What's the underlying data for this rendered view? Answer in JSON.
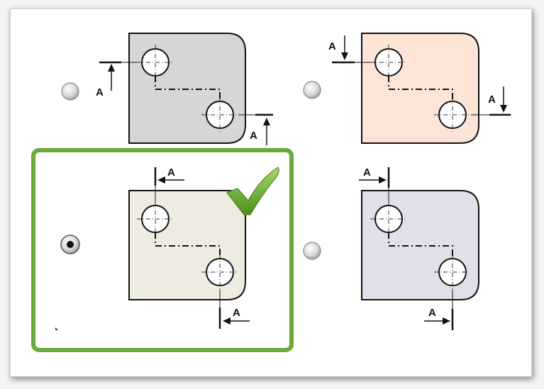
{
  "question": {
    "dimension_letter": "A",
    "options": [
      {
        "id": "option-1",
        "selected": false,
        "correct": false,
        "plate_color": "#d6d6d6"
      },
      {
        "id": "option-2",
        "selected": false,
        "correct": false,
        "plate_color": "#fce5d6"
      },
      {
        "id": "option-3",
        "selected": true,
        "correct": true,
        "plate_color": "#eeece1"
      },
      {
        "id": "option-4",
        "selected": false,
        "correct": false,
        "plate_color": "#e3dfea"
      }
    ],
    "highlight_color": "#6aaa3a",
    "check_color": "#5ea52a"
  }
}
